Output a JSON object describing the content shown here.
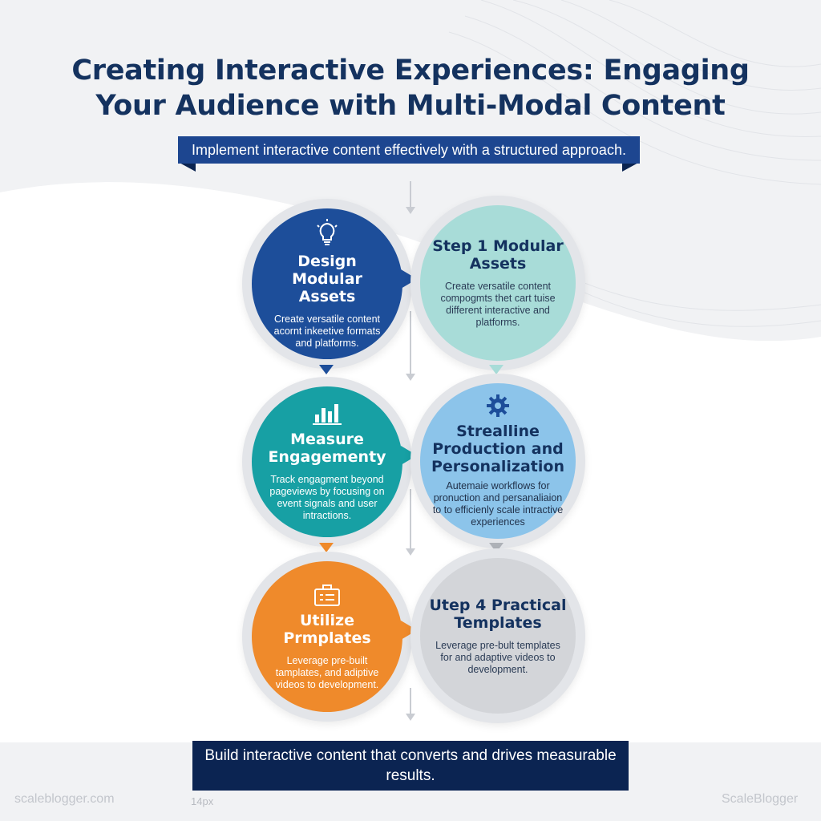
{
  "title": "Creating Interactive Experiences: Engaging Your Audience with Multi-Modal Content",
  "subtitle": "Implement interactive content effectively with a structured approach.",
  "left_column": [
    {
      "heading": "Design Modular Assets",
      "body": "Create versatile content acornt inkeetive formats and platforms.",
      "icon": "lightbulb-icon",
      "color": "#1d4e9a"
    },
    {
      "heading": "Measure Engagementy",
      "body": "Track engagment beyond pageviews by focusing on event signals and user intractions.",
      "icon": "bar-chart-icon",
      "color": "#17a0a4"
    },
    {
      "heading": "Utilize Prmplates",
      "body": "Leverage pre-built tamplates, and adiptive videos to development.",
      "icon": "briefcase-icon",
      "color": "#ef8a2b"
    }
  ],
  "right_column": [
    {
      "heading": "Step 1 Modular Assets",
      "body": "Create versatile content compogmts thet cart tuise different interactive and platforms.",
      "color": "#a8dcd8"
    },
    {
      "heading": "Strealline Production and Personalization",
      "body": "Autemaie workflows for pronuction and persanaliaion to to efficienly scale intractive experiences",
      "icon": "gear-icon",
      "color": "#8cc4ea"
    },
    {
      "heading": "Utep 4 Practical Templates",
      "body": "Leverage pre-bult templates for and adaptive videos to development.",
      "color": "#d3d5d9"
    }
  ],
  "footer": "Build interactive content that converts and drives measurable results.",
  "brand_left": "scaleblogger.com",
  "brand_middle": "14px",
  "brand_right": "ScaleBlogger"
}
